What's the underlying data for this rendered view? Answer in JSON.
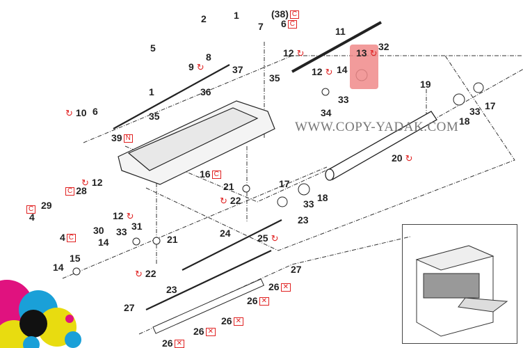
{
  "watermark": "WWW.COPY-YADAK.COM",
  "colors": {
    "accent_red": "#e02020",
    "highlight": "#f08a8a"
  },
  "marks": {
    "rotate": "↻",
    "C": "C",
    "N": "N",
    "X": "✕"
  },
  "labels": [
    {
      "num": "1",
      "mark": ""
    },
    {
      "num": "2",
      "mark": ""
    },
    {
      "num": "(38)",
      "mark": "C"
    },
    {
      "num": "6",
      "mark": "C"
    },
    {
      "num": "7",
      "mark": ""
    },
    {
      "num": "11",
      "mark": ""
    },
    {
      "num": "13",
      "mark": "rotate"
    },
    {
      "num": "32",
      "mark": ""
    },
    {
      "num": "5",
      "mark": ""
    },
    {
      "num": "8",
      "mark": ""
    },
    {
      "num": "9",
      "mark": "rotate"
    },
    {
      "num": "37",
      "mark": ""
    },
    {
      "num": "12",
      "mark": "rotate"
    },
    {
      "num": "12",
      "mark": "rotate"
    },
    {
      "num": "14",
      "mark": ""
    },
    {
      "num": "35",
      "mark": ""
    },
    {
      "num": "36",
      "mark": ""
    },
    {
      "num": "1",
      "mark": ""
    },
    {
      "num": "19",
      "mark": ""
    },
    {
      "num": "33",
      "mark": ""
    },
    {
      "num": "34",
      "mark": ""
    },
    {
      "num": "17",
      "mark": ""
    },
    {
      "num": "33",
      "mark": ""
    },
    {
      "num": "18",
      "mark": ""
    },
    {
      "num": "10",
      "mark": "rotate"
    },
    {
      "num": "6",
      "mark": ""
    },
    {
      "num": "35",
      "mark": ""
    },
    {
      "num": "39",
      "mark": "N"
    },
    {
      "num": "20",
      "mark": "rotate"
    },
    {
      "num": "16",
      "mark": "C"
    },
    {
      "num": "12",
      "mark": "rotate"
    },
    {
      "num": "28",
      "mark": "C"
    },
    {
      "num": "21",
      "mark": ""
    },
    {
      "num": "22",
      "mark": "rotate"
    },
    {
      "num": "17",
      "mark": ""
    },
    {
      "num": "18",
      "mark": ""
    },
    {
      "num": "33",
      "mark": ""
    },
    {
      "num": "23",
      "mark": ""
    },
    {
      "num": "29",
      "mark": ""
    },
    {
      "num": "4",
      "mark": ""
    },
    {
      "num": "30",
      "mark": ""
    },
    {
      "num": "12",
      "mark": "rotate"
    },
    {
      "num": "33",
      "mark": ""
    },
    {
      "num": "31",
      "mark": ""
    },
    {
      "num": "4",
      "mark": "C"
    },
    {
      "num": "24",
      "mark": ""
    },
    {
      "num": "25",
      "mark": "rotate"
    },
    {
      "num": "21",
      "mark": ""
    },
    {
      "num": "14",
      "mark": ""
    },
    {
      "num": "15",
      "mark": ""
    },
    {
      "num": "14",
      "mark": ""
    },
    {
      "num": "27",
      "mark": ""
    },
    {
      "num": "22",
      "mark": "rotate"
    },
    {
      "num": "23",
      "mark": ""
    },
    {
      "num": "26",
      "mark": "X"
    },
    {
      "num": "26",
      "mark": "X"
    },
    {
      "num": "27",
      "mark": ""
    },
    {
      "num": "26",
      "mark": "X"
    },
    {
      "num": "26",
      "mark": "X"
    },
    {
      "num": "26",
      "mark": "X"
    },
    {
      "num": "",
      "mark": "C"
    }
  ]
}
